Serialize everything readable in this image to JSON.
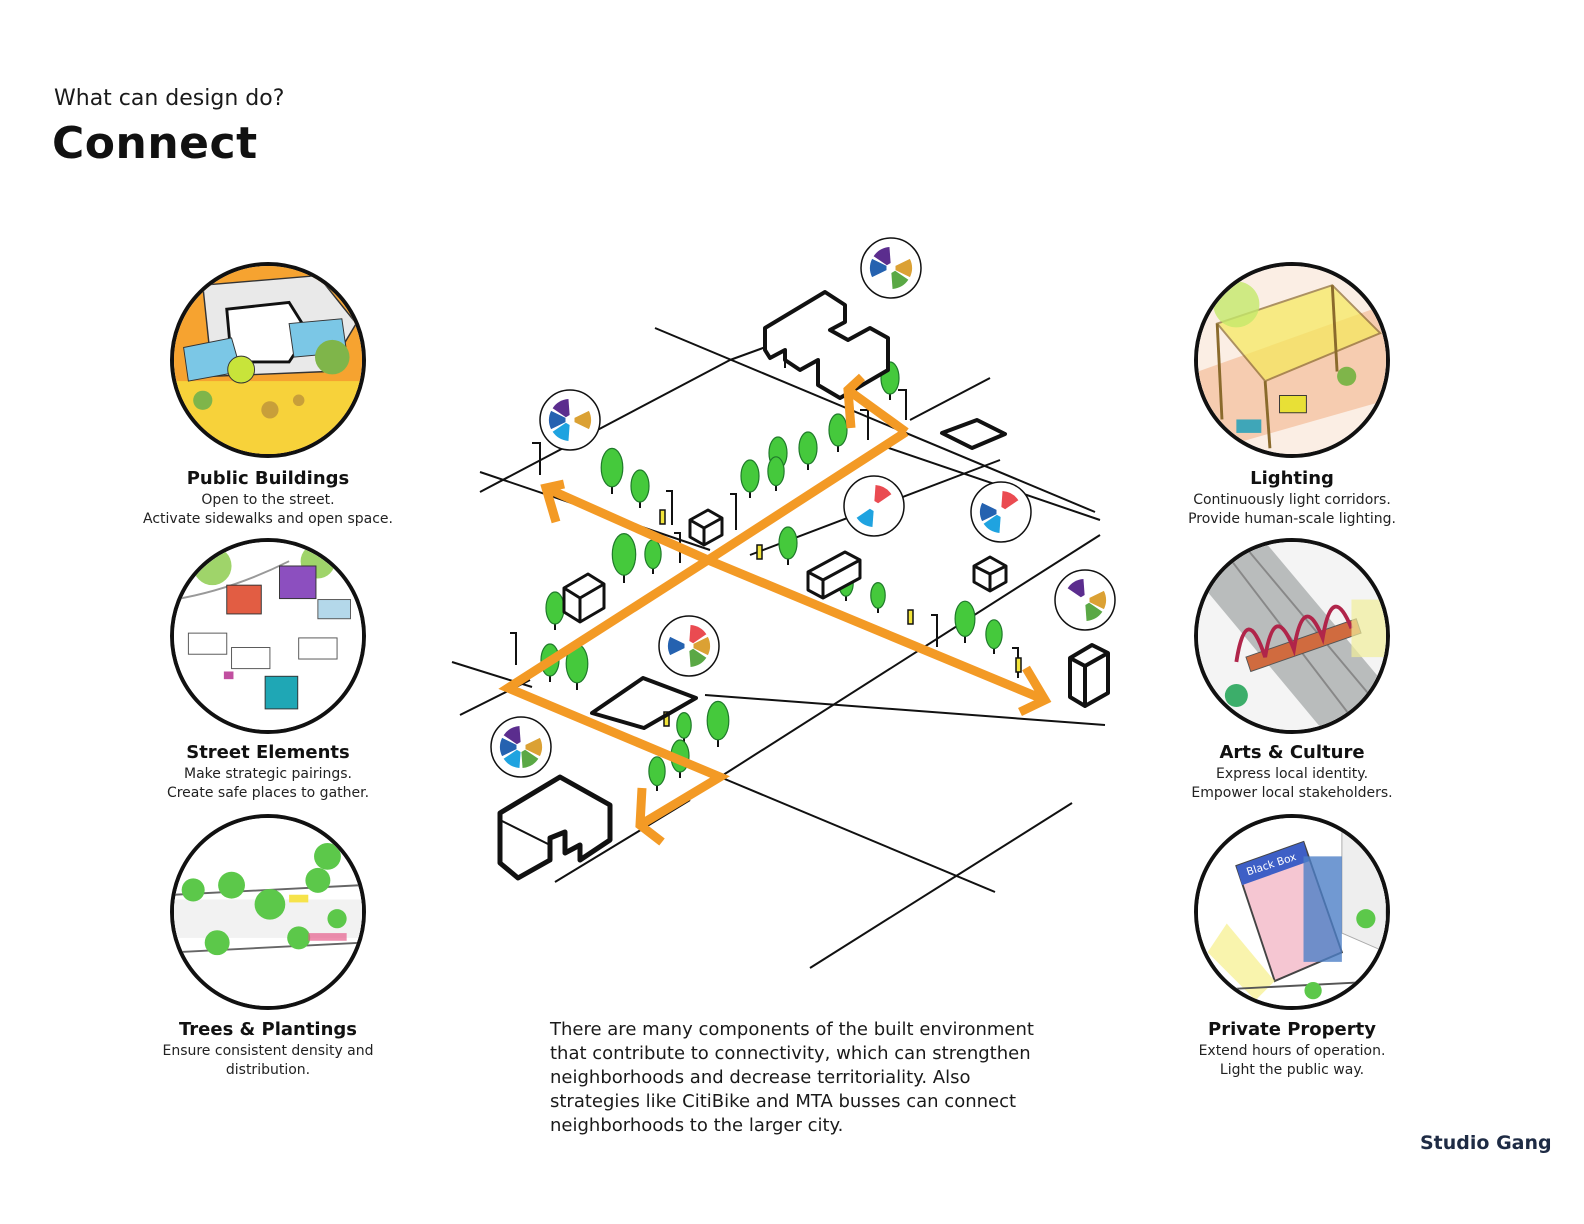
{
  "header": {
    "kicker": "What can design do?",
    "title": "Connect"
  },
  "strategies": [
    {
      "key": "public-buildings",
      "title": "Public Buildings",
      "lines": [
        "Open to the street.",
        "Activate sidewalks and open space."
      ]
    },
    {
      "key": "street-elements",
      "title": "Street Elements",
      "lines": [
        "Make strategic pairings.",
        "Create safe places to gather."
      ]
    },
    {
      "key": "trees-plantings",
      "title": "Trees & Plantings",
      "lines": [
        "Ensure consistent density and",
        "distribution."
      ]
    },
    {
      "key": "lighting",
      "title": "Lighting",
      "lines": [
        "Continuously light corridors.",
        "Provide human-scale lighting."
      ]
    },
    {
      "key": "arts-culture",
      "title": "Arts & Culture",
      "lines": [
        "Express local identity.",
        "Empower local stakeholders."
      ]
    },
    {
      "key": "private-property",
      "title": "Private Property",
      "lines": [
        "Extend hours of operation.",
        "Light the public way."
      ]
    }
  ],
  "sketch_labels": {
    "sign": "Black Box"
  },
  "body": "There are many components of the built environment that contribute to connectivity, which can strengthen neighborhoods and decrease territoriality. Also strategies like CitiBike and MTA busses can connect neighborhoods to the larger city.",
  "brand": "Studio Gang",
  "colors": {
    "path": "#f39a25",
    "tree": "#45c93c",
    "ink": "#111111",
    "purple": "#5b2d8e",
    "blue": "#2562b0",
    "cyan": "#1fa3e0",
    "green": "#5aa845",
    "orange": "#dba134",
    "red": "#ea4b51",
    "brand": "#1e2b44"
  }
}
